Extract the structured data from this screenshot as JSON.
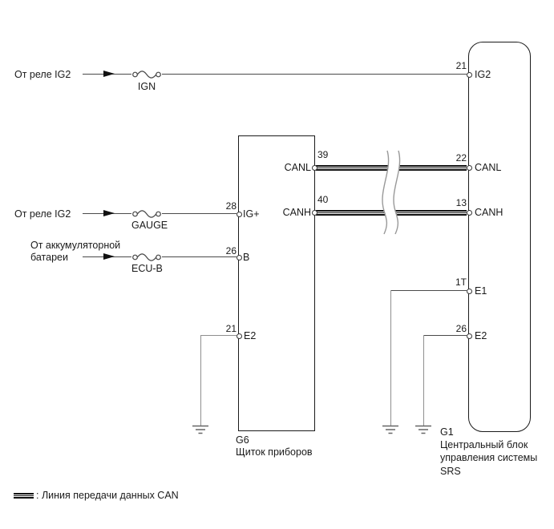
{
  "colors": {
    "wire": "#4a4a4a",
    "ground_wire": "#8f8f8f",
    "block_border": "#1a1a1a",
    "can_line": "#111111",
    "break_curve": "#999999"
  },
  "sources": {
    "ig2_relay_top": {
      "label": "От реле IG2",
      "fuse": "IGN"
    },
    "ig2_relay_mid": {
      "label": "От реле IG2",
      "fuse": "GAUGE"
    },
    "battery": {
      "label_line1": "От аккумуляторной",
      "label_line2": "батареи",
      "fuse": "ECU-B"
    }
  },
  "g6": {
    "id": "G6",
    "name": "Щиток приборов",
    "pins": {
      "canl": {
        "num": "39",
        "name": "CANL"
      },
      "canh": {
        "num": "40",
        "name": "CANH"
      },
      "ig_plus": {
        "num": "28",
        "name": "IG+"
      },
      "b": {
        "num": "26",
        "name": "B"
      },
      "e2": {
        "num": "21",
        "name": "E2"
      }
    }
  },
  "g1": {
    "id": "G1",
    "name_line1": "Центральный блок",
    "name_line2": "управления системы",
    "name_line3": "SRS",
    "pins": {
      "ig2": {
        "num": "21",
        "name": "IG2"
      },
      "canl": {
        "num": "22",
        "name": "CANL"
      },
      "canh": {
        "num": "13",
        "name": "CANH"
      },
      "e1": {
        "num": "1T",
        "name": "E1"
      },
      "e2": {
        "num": "26",
        "name": "E2"
      }
    }
  },
  "legend": {
    "text": ": Линия передачи данных CAN"
  }
}
